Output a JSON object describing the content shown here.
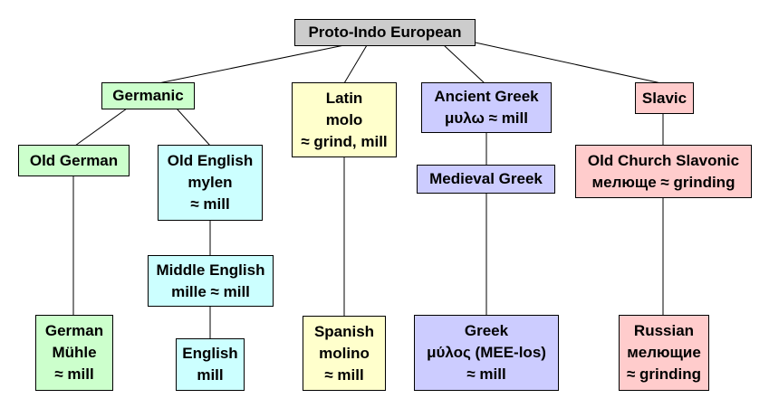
{
  "diagram": {
    "colors": {
      "root": "#cccccc",
      "germanic": "#ccffcc",
      "english": "#ccffff",
      "latin": "#ffffcc",
      "greek": "#ccccff",
      "slavic": "#ffcccc"
    },
    "nodes": {
      "proto": {
        "lines": [
          "Proto-Indo European"
        ]
      },
      "germanic": {
        "lines": [
          "Germanic"
        ]
      },
      "latin": {
        "lines": [
          "Latin",
          "molo",
          "≈ grind, mill"
        ]
      },
      "ancient_greek": {
        "lines": [
          "Ancient Greek",
          "μυλω ≈ mill"
        ]
      },
      "slavic": {
        "lines": [
          "Slavic"
        ]
      },
      "old_german": {
        "lines": [
          "Old German"
        ]
      },
      "old_english": {
        "lines": [
          "Old English",
          "mylen",
          "≈ mill"
        ]
      },
      "medieval_greek": {
        "lines": [
          "Medieval Greek"
        ]
      },
      "old_church_slavonic": {
        "lines": [
          "Old Church Slavonic",
          "мелюще ≈ grinding"
        ]
      },
      "middle_english": {
        "lines": [
          "Middle English",
          "mille ≈ mill"
        ]
      },
      "german": {
        "lines": [
          "German",
          "Mühle",
          "≈ mill"
        ]
      },
      "english": {
        "lines": [
          "English",
          "mill"
        ]
      },
      "spanish": {
        "lines": [
          "Spanish",
          "molino",
          "≈ mill"
        ]
      },
      "greek": {
        "lines": [
          "Greek",
          "μύλος (MEE-los)",
          "≈ mill"
        ]
      },
      "russian": {
        "lines": [
          "Russian",
          "мелющие",
          "≈ grinding"
        ]
      }
    }
  }
}
